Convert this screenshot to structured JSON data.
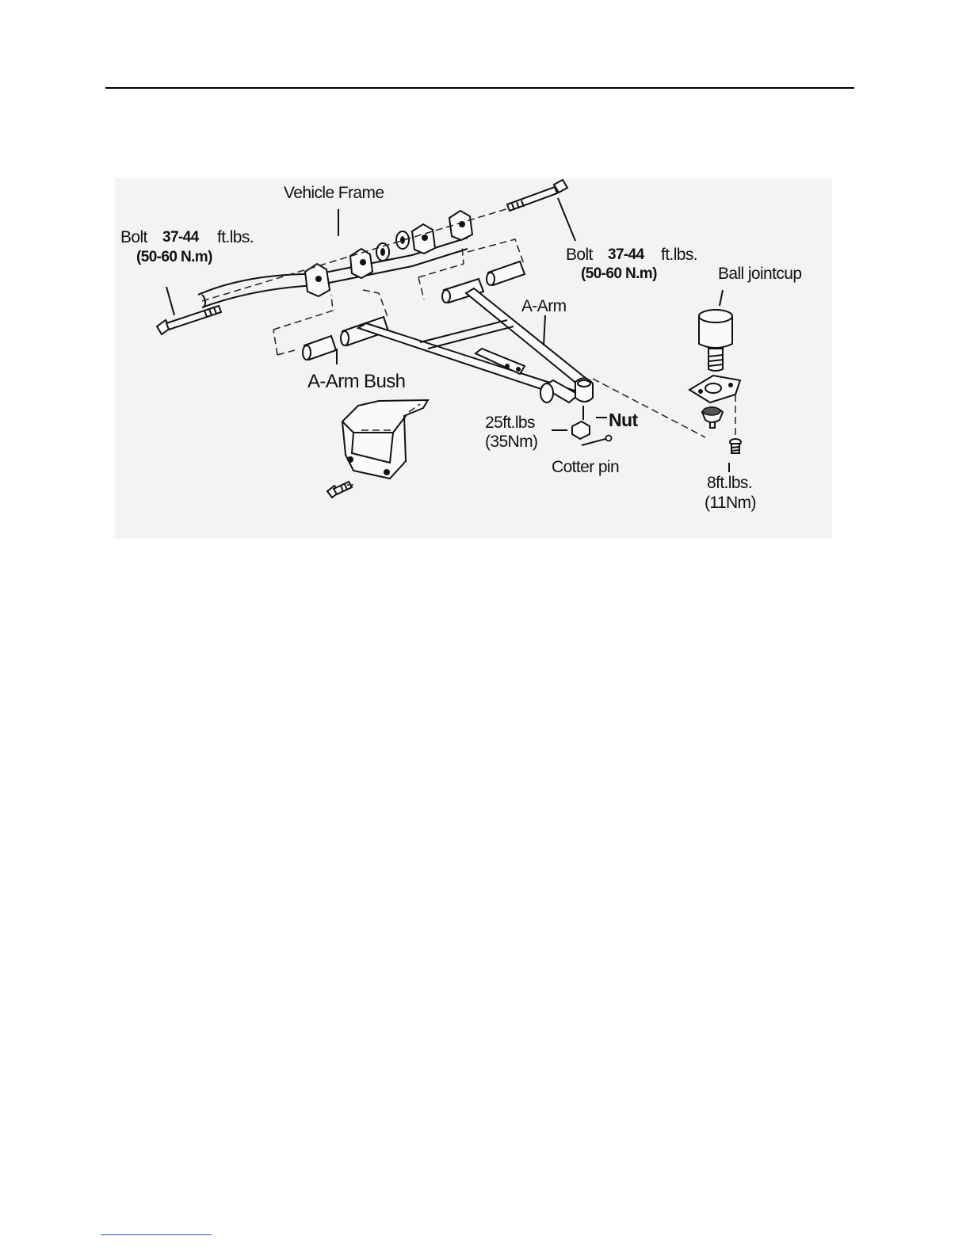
{
  "labels": {
    "vehicle_frame": "Vehicle Frame",
    "bolt_left": {
      "word": "Bolt",
      "torque": "37-44",
      "unit": "ft.lbs.",
      "metric": "(50-60 N.m)"
    },
    "bolt_right": {
      "word": "Bolt",
      "torque": "37-44",
      "unit": "ft.lbs.",
      "metric": "(50-60 N.m)"
    },
    "ball_joint_cup": "Ball jointcup",
    "a_arm": "A-Arm",
    "a_arm_bush": "A-Arm Bush",
    "nut_torque": "25ft.lbs",
    "nut_metric": "(35Nm)",
    "nut": "Nut",
    "cotter_pin": "Cotter pin",
    "ball_joint_torque": "8ft.lbs.",
    "ball_joint_metric": "(11Nm)"
  }
}
